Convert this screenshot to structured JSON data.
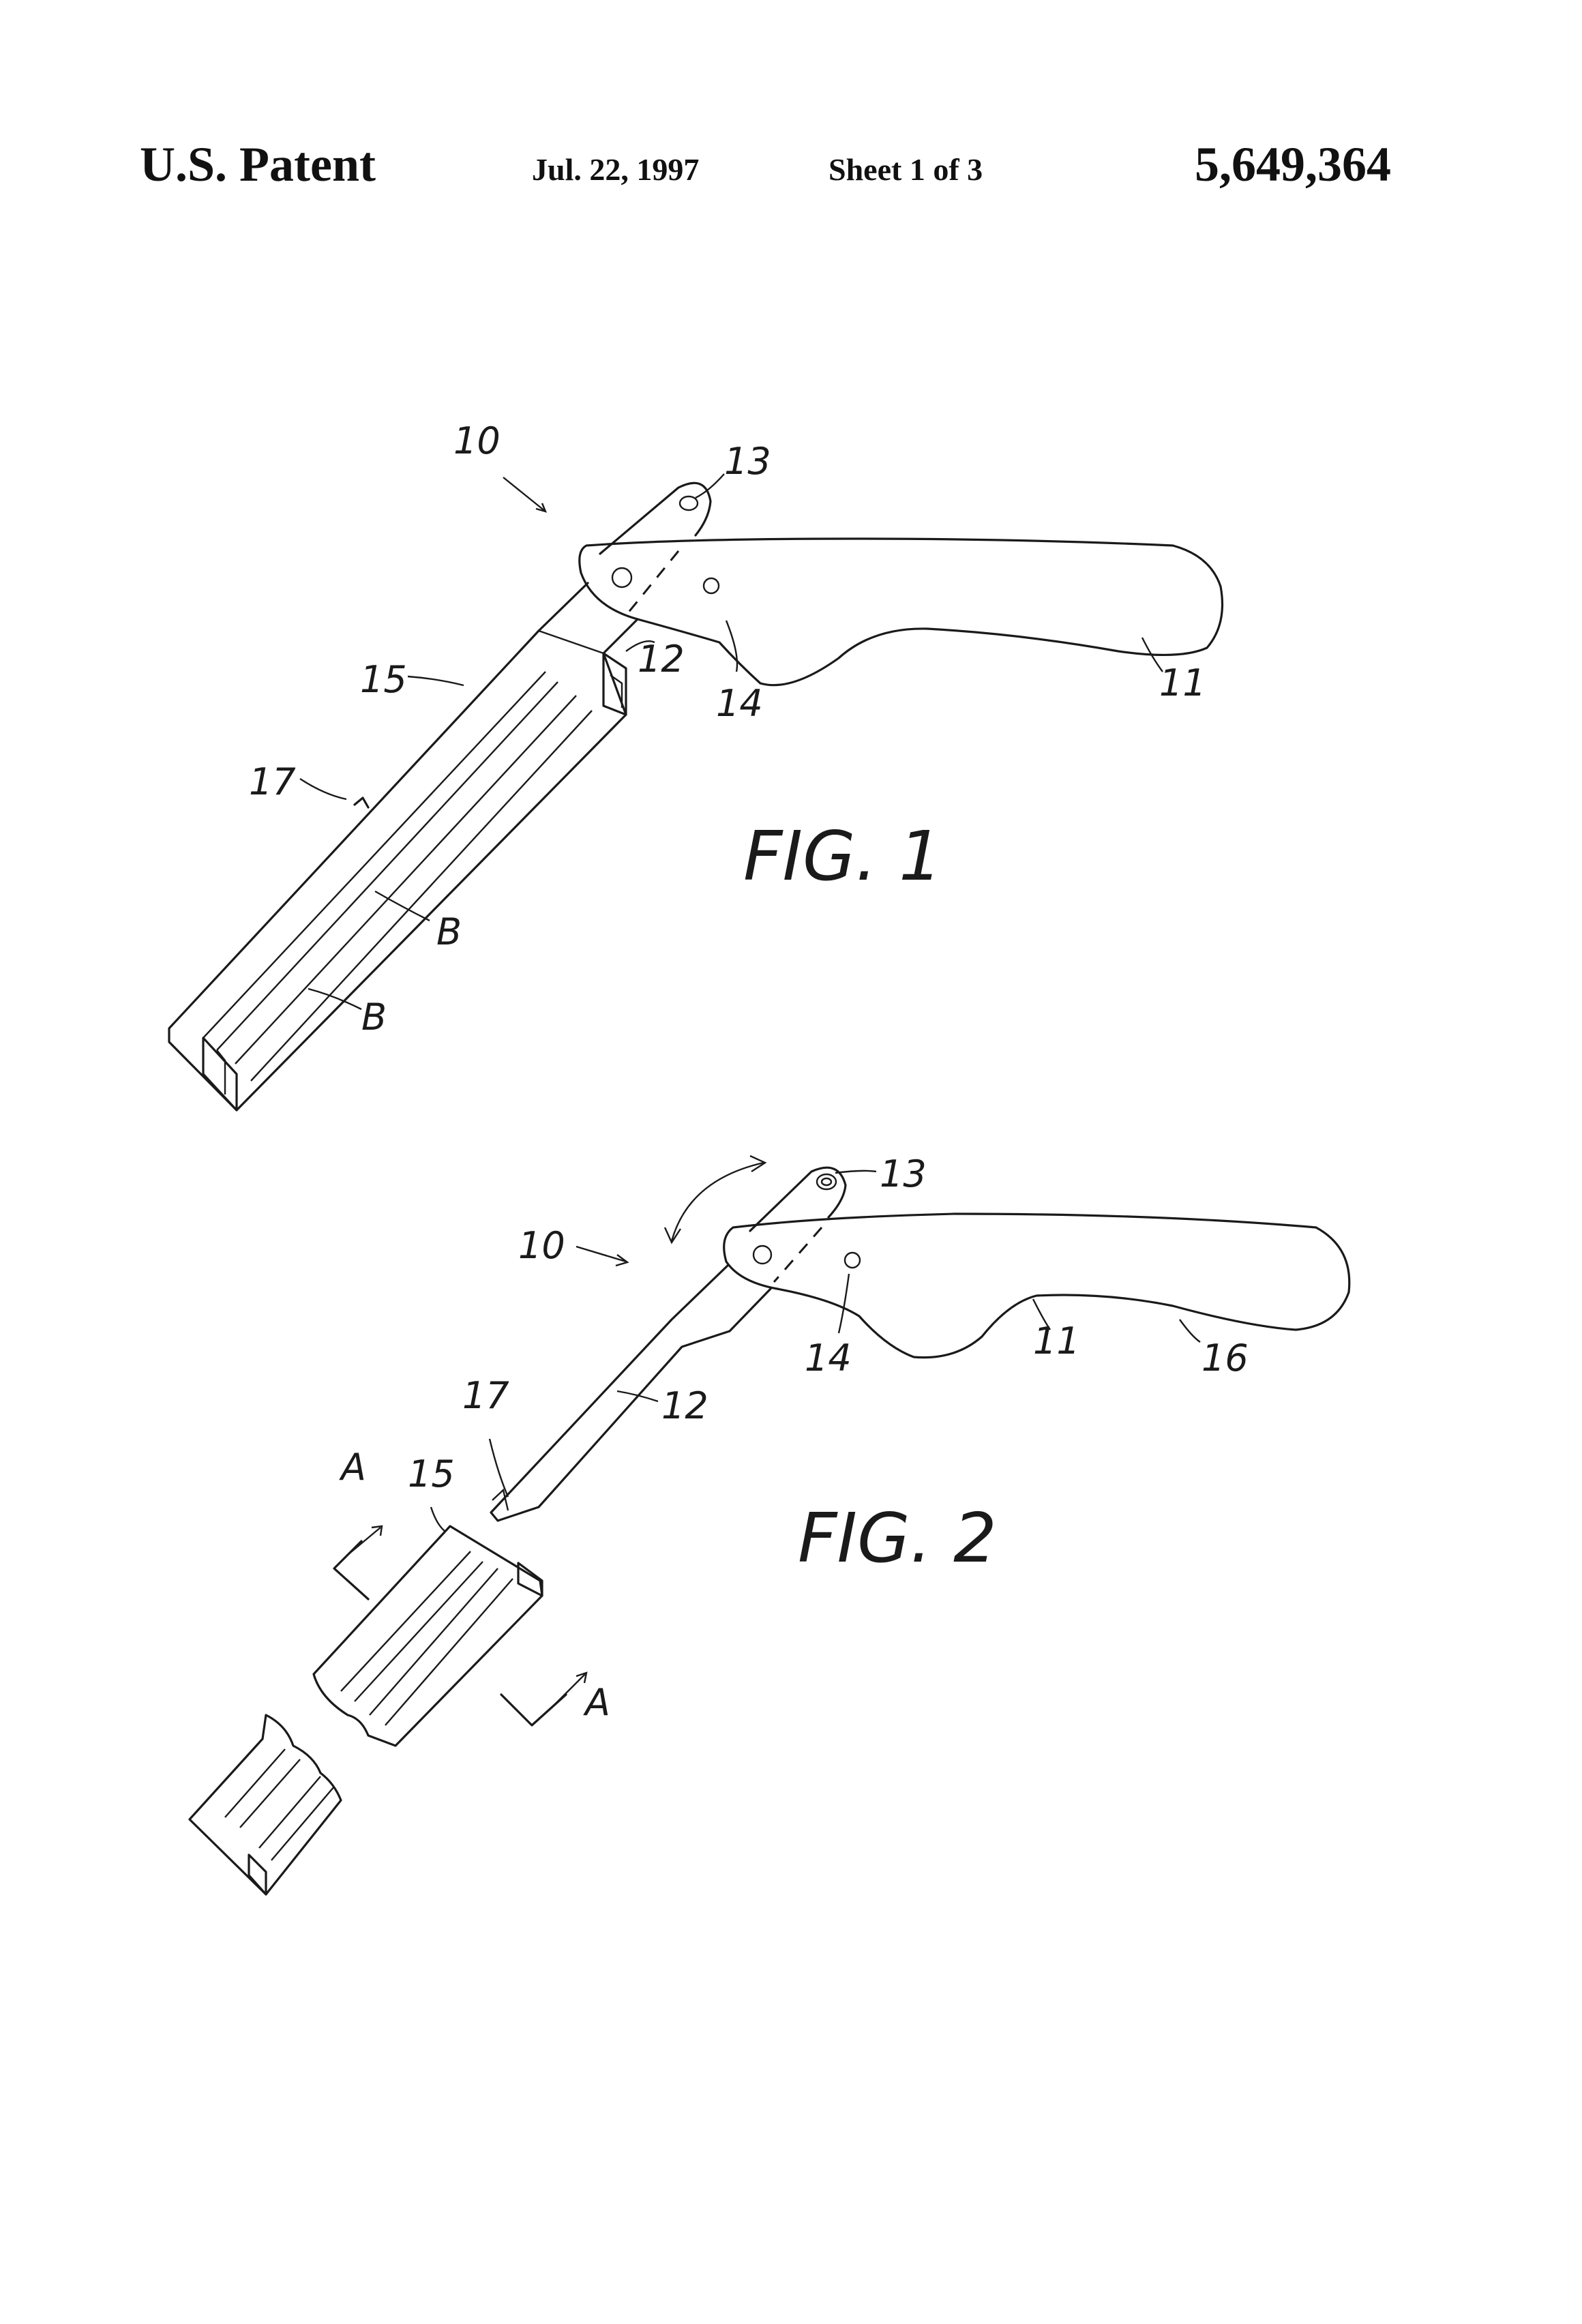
{
  "header": {
    "left": "U.S. Patent",
    "date": "Jul. 22, 1997",
    "sheet": "Sheet 1 of 3",
    "patent_number": "5,649,364"
  },
  "fig1": {
    "caption": "FIG. 1",
    "refs": {
      "r10": "10",
      "r13": "13",
      "r12": "12",
      "r14": "14",
      "r11": "11",
      "r15": "15",
      "r17": "17",
      "rB1": "B",
      "rB2": "B"
    }
  },
  "fig2": {
    "caption": "FIG. 2",
    "refs": {
      "r13": "13",
      "r10": "10",
      "r14": "14",
      "r11": "11",
      "r16": "16",
      "r12": "12",
      "r17": "17",
      "r15": "15",
      "rA1": "A",
      "rA2": "A"
    }
  }
}
